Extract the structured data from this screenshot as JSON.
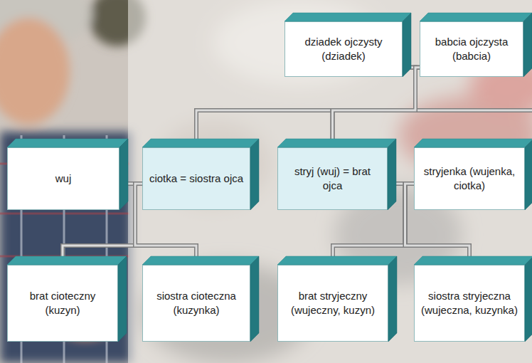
{
  "diagram": {
    "nodes": [
      {
        "text": [
          "dziadek ojczysty (dziadek)"
        ]
      },
      {
        "text": [
          "babcia ojczysta (babcia)"
        ]
      },
      {
        "text": [
          "wuj"
        ]
      },
      {
        "text": [
          "ciotka = siostra ojca"
        ]
      },
      {
        "text": [
          "stryj (wuj) = brat ojca"
        ]
      },
      {
        "text": [
          "stryjenka (wujenka, ciotka)"
        ]
      },
      {
        "text": [
          "brat cioteczny (kuzyn)"
        ]
      },
      {
        "text": [
          "siostra cioteczna (kuzynka)"
        ]
      },
      {
        "text": [
          "brat stryjeczny (wujeczny, kuzyn)"
        ]
      },
      {
        "text": [
          "siostra stryjeczna (wujeczna, kuzynka)"
        ]
      }
    ],
    "edges": [
      {
        "from": 0,
        "to": 1,
        "arrow": "none"
      },
      {
        "from": 0,
        "to": 3,
        "arrow": "none"
      },
      {
        "from": 1,
        "to": 3,
        "arrow": "none"
      },
      {
        "from": 0,
        "to": 4,
        "arrow": "none"
      },
      {
        "from": 1,
        "to": 4,
        "arrow": "none"
      },
      {
        "from": 2,
        "to": 3,
        "arrow": "none"
      },
      {
        "from": 2,
        "to": 6,
        "arrow": "none"
      },
      {
        "from": 2,
        "to": 7,
        "arrow": "none"
      },
      {
        "from": 3,
        "to": 6,
        "arrow": "none"
      },
      {
        "from": 3,
        "to": 7,
        "arrow": "none"
      },
      {
        "from": 4,
        "to": 5,
        "arrow": "none"
      },
      {
        "from": 4,
        "to": 8,
        "arrow": "none"
      },
      {
        "from": 4,
        "to": 9,
        "arrow": "none"
      },
      {
        "from": 5,
        "to": 8,
        "arrow": "none"
      },
      {
        "from": 5,
        "to": 9,
        "arrow": "none"
      }
    ]
  }
}
